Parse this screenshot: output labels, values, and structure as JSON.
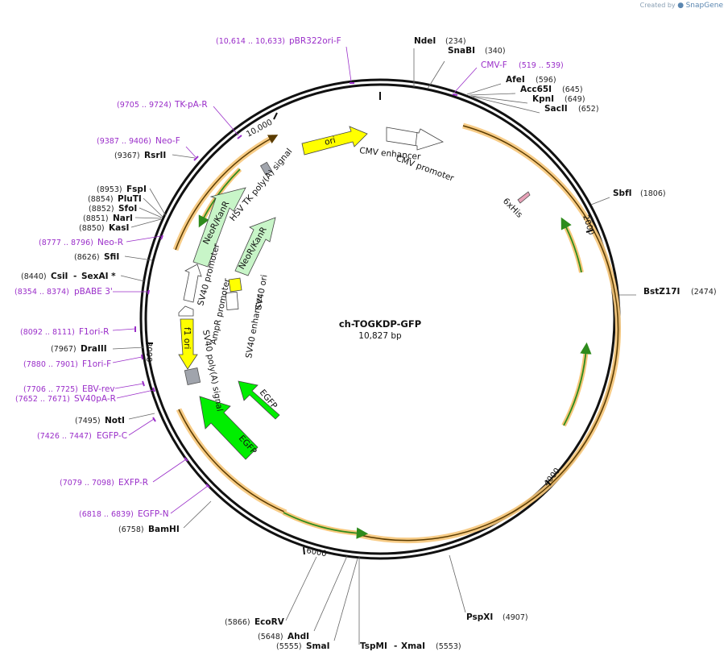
{
  "credit": {
    "prefix": "Created by",
    "brand": "SnapGene"
  },
  "plasmid": {
    "name": "ch-TOGKDP-GFP",
    "size": "10,827 bp"
  },
  "ticks": [
    {
      "label": "10,000",
      "angle": -28
    },
    {
      "label": "2000",
      "angle": 72
    },
    {
      "label": "4000",
      "angle": 147
    },
    {
      "label": "6000",
      "angle": 190
    },
    {
      "label": "8000",
      "angle": 266
    }
  ],
  "features": [
    {
      "label": "ori",
      "angle": 13
    },
    {
      "label": "CMV enhancer",
      "angle": 10
    },
    {
      "label": "CMV promoter",
      "angle": 30
    },
    {
      "label": "6xHis",
      "angle": 50
    },
    {
      "label": "HSV TK poly(A) signal",
      "angle": -30
    },
    {
      "label": "NeoR/KanR",
      "angle": -42
    },
    {
      "label": "NeoR/KanR",
      "angle": -28
    },
    {
      "label": "SV40 promoter",
      "angle": -64
    },
    {
      "label": "AmpR promoter",
      "angle": -78
    },
    {
      "label": "SV40 ori",
      "angle": -70
    },
    {
      "label": "SV40 enhancer",
      "angle": -80
    },
    {
      "label": "f1 ori",
      "angle": -92
    },
    {
      "label": "SV40 poly(A) signal",
      "angle": -110
    },
    {
      "label": "EGFP",
      "angle": -145
    },
    {
      "label": "EGFP",
      "angle": -155
    }
  ],
  "sites": [
    {
      "name": "NdeI",
      "pos": "(234)",
      "side": "right",
      "angle": 7
    },
    {
      "name": "SnaBI",
      "pos": "(340)",
      "side": "right",
      "angle": 11
    },
    {
      "name": "AfeI",
      "pos": "(596)",
      "side": "right",
      "angle": 19
    },
    {
      "name": "Acc65I",
      "pos": "(645)",
      "side": "right",
      "angle": 21
    },
    {
      "name": "KpnI",
      "pos": "(649)",
      "side": "right",
      "angle": 21.3
    },
    {
      "name": "SacII",
      "pos": "(652)",
      "side": "right",
      "angle": 21.6
    },
    {
      "name": "SbfI",
      "pos": "(1806)",
      "side": "right",
      "angle": 60
    },
    {
      "name": "BstZ17I",
      "pos": "(2474)",
      "side": "right",
      "angle": 82
    },
    {
      "name": "PspXI",
      "pos": "(4907)",
      "side": "right",
      "angle": 163
    },
    {
      "name": "TspMI",
      "pos": "(5553)",
      "side": "right",
      "angle": 184
    },
    {
      "name": "XmaI",
      "pos": "(5553)",
      "side": "right",
      "angle": 184
    },
    {
      "name": "SmaI",
      "pos": "(5555)",
      "side": "left",
      "angle": 184.5
    },
    {
      "name": "AhdI",
      "pos": "(5648)",
      "side": "left",
      "angle": 188
    },
    {
      "name": "EcoRV",
      "pos": "(5866)",
      "side": "left",
      "angle": 195
    },
    {
      "name": "BamHI",
      "pos": "(6758)",
      "side": "left",
      "angle": 224
    },
    {
      "name": "NotI",
      "pos": "(7495)",
      "side": "left",
      "angle": 249
    },
    {
      "name": "DraIII",
      "pos": "(7967)",
      "side": "left",
      "angle": 265
    },
    {
      "name": "CsiI",
      "pos": "(8440)",
      "side": "left",
      "angle": 280
    },
    {
      "name": "SexAI *",
      "pos": "",
      "side": "left",
      "angle": 280
    },
    {
      "name": "SfiI",
      "pos": "(8626)",
      "side": "left",
      "angle": 287
    },
    {
      "name": "KasI",
      "pos": "(8850)",
      "side": "left",
      "angle": 294
    },
    {
      "name": "NarI",
      "pos": "(8851)",
      "side": "left",
      "angle": 294.2
    },
    {
      "name": "SfoI",
      "pos": "(8852)",
      "side": "left",
      "angle": 294.4
    },
    {
      "name": "PluTI",
      "pos": "(8854)",
      "side": "left",
      "angle": 294.6
    },
    {
      "name": "FspI",
      "pos": "(8953)",
      "side": "left",
      "angle": 297
    },
    {
      "name": "RsrII",
      "pos": "(9367)",
      "side": "left",
      "angle": 311
    }
  ],
  "primers": [
    {
      "name": "pBR322ori-F",
      "range": "(10,614 .. 10,633)",
      "angle": -7
    },
    {
      "name": "CMV-F",
      "range": "(519 .. 539)",
      "angle": 17
    },
    {
      "name": "TK-pA-R",
      "range": "(9705 .. 9724)",
      "angle": -37
    },
    {
      "name": "Neo-F",
      "range": "(9387 .. 9406)",
      "angle": -48
    },
    {
      "name": "Neo-R",
      "range": "(8777 .. 8796)",
      "angle": -68
    },
    {
      "name": "pBABE 3'",
      "range": "(8354 .. 8374)",
      "angle": -82
    },
    {
      "name": "F1ori-R",
      "range": "(8092 .. 8111)",
      "angle": -90
    },
    {
      "name": "F1ori-F",
      "range": "(7880 .. 7901)",
      "angle": -97
    },
    {
      "name": "EBV-rev",
      "range": "(7706 .. 7725)",
      "angle": -103
    },
    {
      "name": "SV40pA-R",
      "range": "(7652 .. 7671)",
      "angle": -105
    },
    {
      "name": "EGFP-C",
      "range": "(7426 .. 7447)",
      "angle": -112
    },
    {
      "name": "EXFP-R",
      "range": "(7079 .. 7098)",
      "angle": -124
    },
    {
      "name": "EGFP-N",
      "range": "(6818 .. 6839)",
      "angle": -133
    }
  ],
  "colors": {
    "backbone": "#111111",
    "orf_highlight": "#f6c77a",
    "orf_line": "#5a3b00",
    "green_arrow": "#2e8b1c",
    "ori": "#ffff00",
    "neo": "#c8f5c8",
    "egfp": "#00ee00",
    "primer": "#9a2ec9",
    "grey_box": "#a0a4ac"
  }
}
